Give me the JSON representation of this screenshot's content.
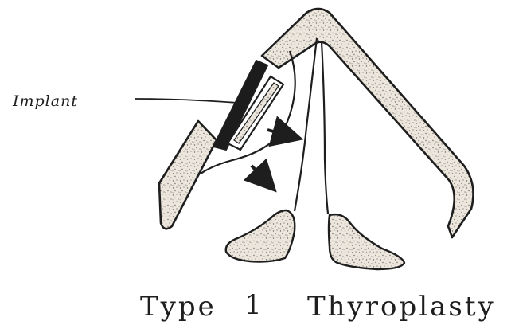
{
  "diagram": {
    "labels": {
      "implant": "Implant"
    },
    "caption": {
      "type_word": "Type",
      "type_number": "1",
      "procedure": "Thyroplasty"
    },
    "colors": {
      "ink": "#1e1e1e",
      "cartilage_fill": "#ece6dc",
      "stipple": "#6a6a6a",
      "implant_fill": "#1c1c1c",
      "paper": "#ffffff"
    }
  }
}
